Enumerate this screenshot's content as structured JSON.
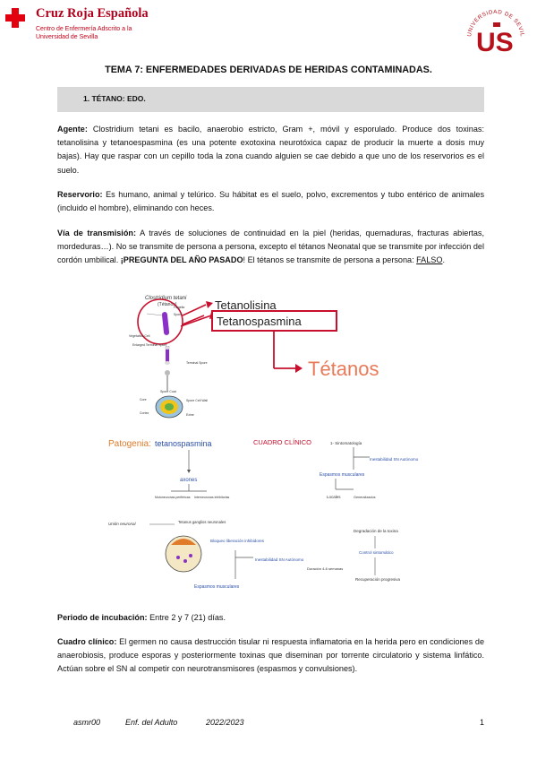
{
  "header": {
    "org_name": "Cruz Roja Española",
    "org_sub_line1": "Centro de Enfermería Adscrito a la",
    "org_sub_line2": "Universidad de Sevilla",
    "university_seal_text": "UNIVERSIDAD DE SEVILLA"
  },
  "title": "TEMA 7: ENFERMEDADES DERIVADAS DE HERIDAS CONTAMINADAS.",
  "section": "1.   TÉTANO: EDO.",
  "agente": {
    "label": "Agente:",
    "text": "Clostridium tetani es bacilo, anaerobio estricto, Gram +, móvil y esporulado. Produce dos toxinas: tetanolisina y tetanoespasmina (es una potente exotoxina neurotóxica capaz de producir la muerte a dosis muy bajas). Hay que raspar con un cepillo toda la zona cuando alguien se cae debido a que uno de los reservorios es el suelo."
  },
  "reservorio": {
    "label": "Reservorio:",
    "text": "Es humano, animal y telúrico. Su hábitat es el suelo, polvo, excrementos y tubo entérico de animales (incluido el hombre), eliminando con heces."
  },
  "via": {
    "label": "Vía de transmisión:",
    "text1": "A través de soluciones de continuidad en la piel (heridas, quemaduras, fracturas abiertas, mordeduras…). No se transmite de persona a persona, excepto el tétanos Neonatal que se transmite por infección del cordón umbilical. ",
    "bold": "¡PREGUNTA DEL AÑO PASADO",
    "text2": "! El tétanos se transmite de persona a persona: ",
    "answer": "FALSO",
    "end": "."
  },
  "figure1": {
    "organism": "Clostridium tetani",
    "organism_sub": "(Tétanos)",
    "labels": [
      "Flagella",
      "Spore",
      "Vegetative Cell",
      "Enlarged Terminal Spore",
      "Terminal Spore",
      "Spore Coat",
      "Core",
      "Cortex",
      "Spore Cell Wall",
      "Exine"
    ],
    "box1": "Tetanolisina",
    "box2": "Tetanospasmina",
    "result": "Tétanos"
  },
  "figure2": {
    "patogenia_title": "Patogenia:",
    "patogenia_toxin": "tetanospasmina",
    "patogenia_step": "axones",
    "patogenia_left": "Motoneuronas periféricas",
    "patogenia_right": "Interneuronas inhibitorias",
    "cuadro_title": "CUADRO CLÍNICO",
    "cuadro_top": "1- Sintomatología",
    "cuadro_instab": "Inestabilidad SN Autónomo",
    "cuadro_espasmos": "Espasmos musculares",
    "cuadro_locales": "Locales",
    "cuadro_general": "Generalizados",
    "lower_left": "Unión neuronal",
    "lower_left2": "Tetanus   ganglios neuronales",
    "bloqueo": "Bloqueo liberación inhibidores",
    "lower_instab": "Inestabilidad SN Autónomo",
    "lower_espasmos": "Espasmos musculares",
    "right_deg": "Degradación de la toxina",
    "right_control": "Control sintomático",
    "right_duracion": "Duración 4-6 semanas",
    "right_recup": "Recuperación progresiva"
  },
  "incubacion": {
    "label": "Periodo de incubación:",
    "text": "Entre 2 y 7 (21) días."
  },
  "clinico": {
    "label": "Cuadro clínico:",
    "text": "El germen no causa destrucción tisular ni respuesta inflamatoria en la herida pero en condiciones de anaerobiosis, produce esporas y posteriormente toxinas que diseminan por torrente circulatorio y sistema linfático. Actúan sobre el SN al competir con neurotransmisores (espasmos y convulsiones)."
  },
  "footer": {
    "author": "asmr00",
    "subject": "Enf. del Adulto",
    "year": "2022/2023",
    "page": "1"
  },
  "colors": {
    "cruz_roja_red": "#e3000f",
    "university_red": "#b5121b",
    "section_bg": "#d9d9d9",
    "diagram_red": "#c8102e",
    "diagram_blue": "#2b4fa8",
    "diagram_orange": "#e07b2a",
    "diagram_purple": "#8b2fc9"
  }
}
